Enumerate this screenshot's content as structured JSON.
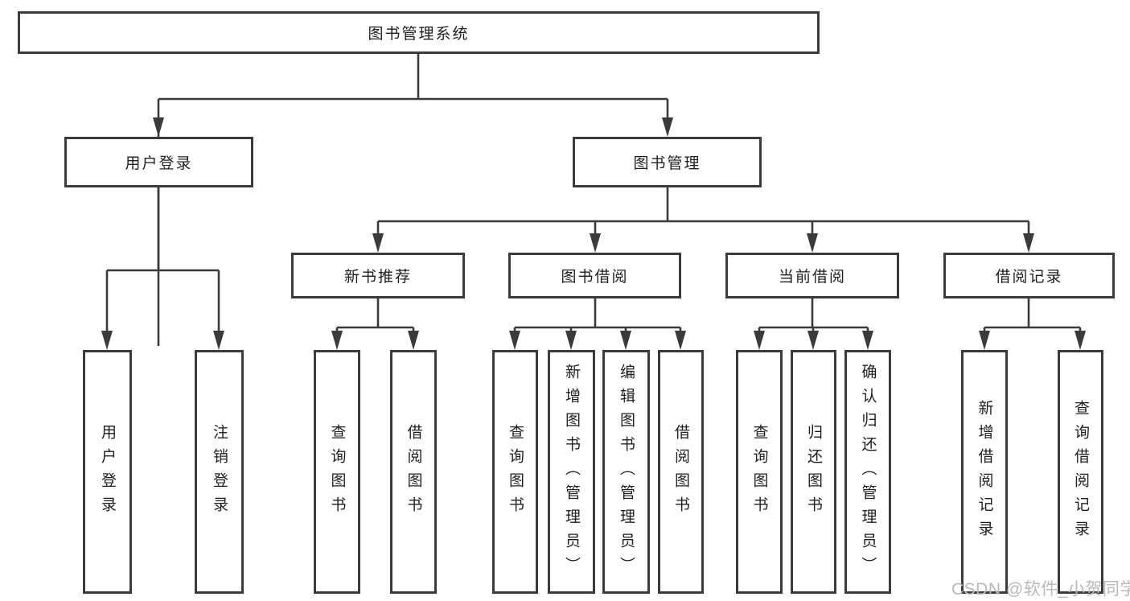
{
  "tree": {
    "root": {
      "label": "图书管理系统"
    },
    "branches": [
      {
        "label": "用户登录",
        "children": [
          {
            "label": "用户登录"
          },
          {
            "label": "注销登录"
          }
        ]
      },
      {
        "label": "图书管理",
        "children": [
          {
            "label": "新书推荐",
            "children": [
              {
                "label": "查询图书"
              },
              {
                "label": "借阅图书"
              }
            ]
          },
          {
            "label": "图书借阅",
            "children": [
              {
                "label": "查询图书"
              },
              {
                "label": "新增图书（管理员）"
              },
              {
                "label": "编辑图书（管理员）"
              },
              {
                "label": "借阅图书"
              }
            ]
          },
          {
            "label": "当前借阅",
            "children": [
              {
                "label": "查询图书"
              },
              {
                "label": "归还图书"
              },
              {
                "label": "确认归还（管理员）"
              }
            ]
          },
          {
            "label": "借阅记录",
            "children": [
              {
                "label": "新增借阅记录"
              },
              {
                "label": "查询借阅记录"
              }
            ]
          }
        ]
      }
    ]
  },
  "watermark": "CSDN @软件_小贺同学",
  "colors": {
    "line": "#3b3b3b",
    "text": "#1f1f1f",
    "watermark": "#b9b9b9",
    "background": "#ffffff"
  }
}
